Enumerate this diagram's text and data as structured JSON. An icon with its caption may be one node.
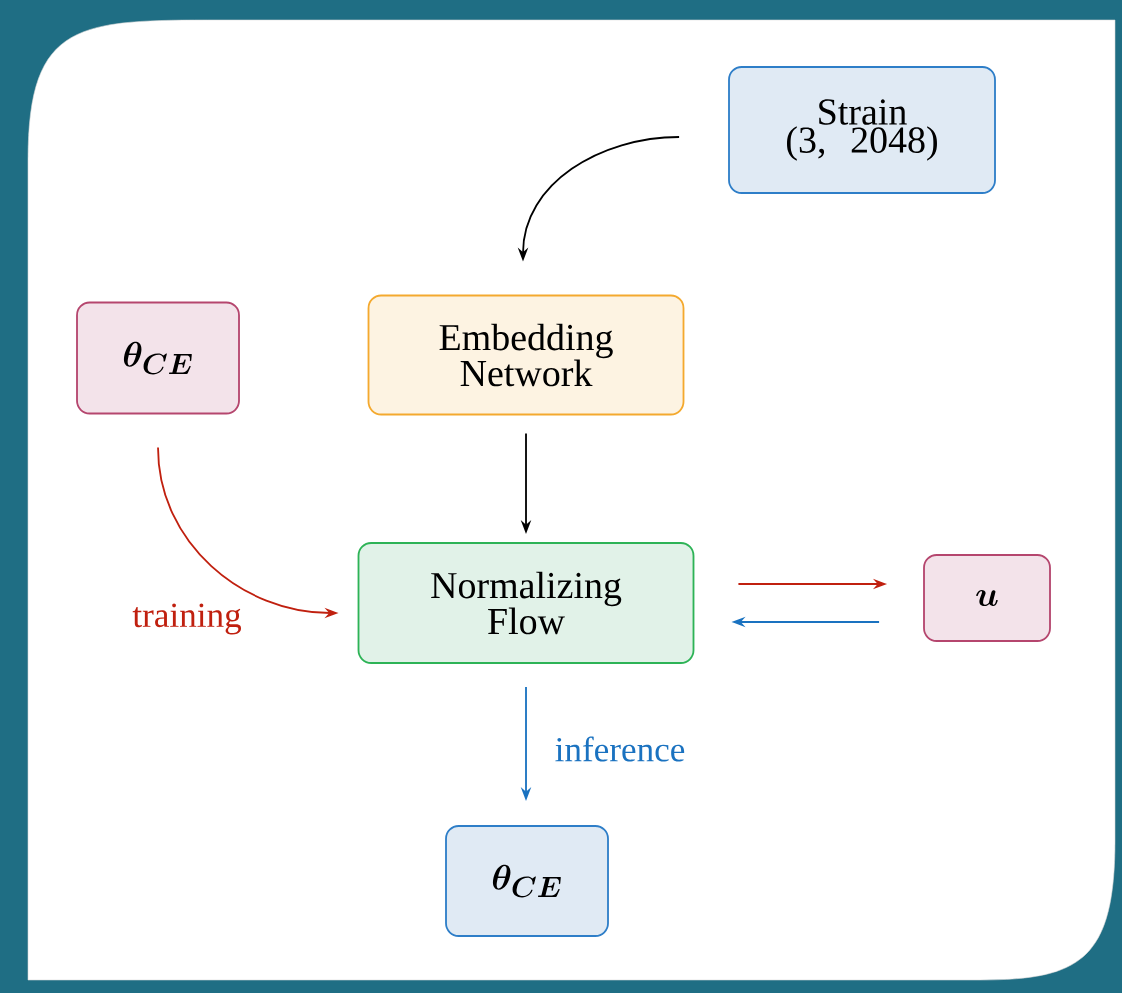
{
  "diagram": {
    "nodes": [
      {
        "text": [
          "Strain",
          "(3, 2048)"
        ]
      },
      {
        "text": [
          "\\boldsymbol{\\theta_{CE}}"
        ]
      },
      {
        "text": [
          "Embedding Network"
        ]
      },
      {
        "text": [
          "Normalizing Flow"
        ]
      },
      {
        "text": [
          "\\boldsymbol{u}"
        ]
      },
      {
        "text": [
          "\\boldsymbol{\\theta_{CE}}"
        ]
      }
    ],
    "edges": [
      {
        "from": 0,
        "to": 2,
        "arrow": "to",
        "color": "#000000"
      },
      {
        "from": 1,
        "to": 3,
        "arrow": "to",
        "label": "training",
        "color": "#c0200f"
      },
      {
        "from": 2,
        "to": 3,
        "arrow": "to",
        "color": "#000000"
      },
      {
        "from": 3,
        "to": 4,
        "arrow": "to",
        "color": "#c0200f"
      },
      {
        "from": 4,
        "to": 3,
        "arrow": "to",
        "color": "#1a72c0"
      },
      {
        "from": 3,
        "to": 5,
        "arrow": "to",
        "label": "inference",
        "color": "#1a72c0"
      }
    ]
  }
}
